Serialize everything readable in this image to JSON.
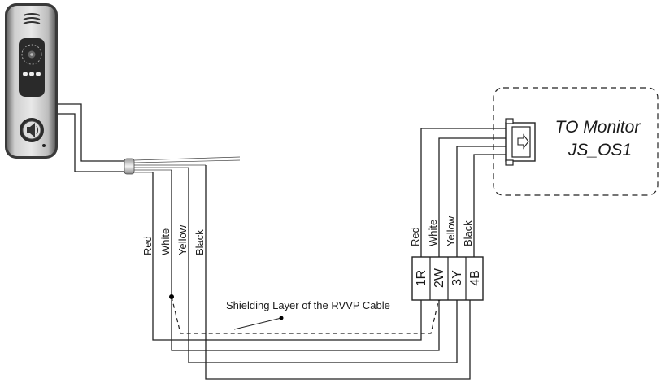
{
  "monitor": {
    "title_line1": "TO Monitor",
    "title_line2": "JS_OS1"
  },
  "left_wire_labels": [
    "Red",
    "White",
    "Yellow",
    "Black"
  ],
  "right_wire_labels": [
    "Red",
    "White",
    "Yellow",
    "Black"
  ],
  "terminals": [
    "1R",
    "2W",
    "3Y",
    "4B"
  ],
  "shield_label": "Shielding Layer of the RVVP Cable"
}
